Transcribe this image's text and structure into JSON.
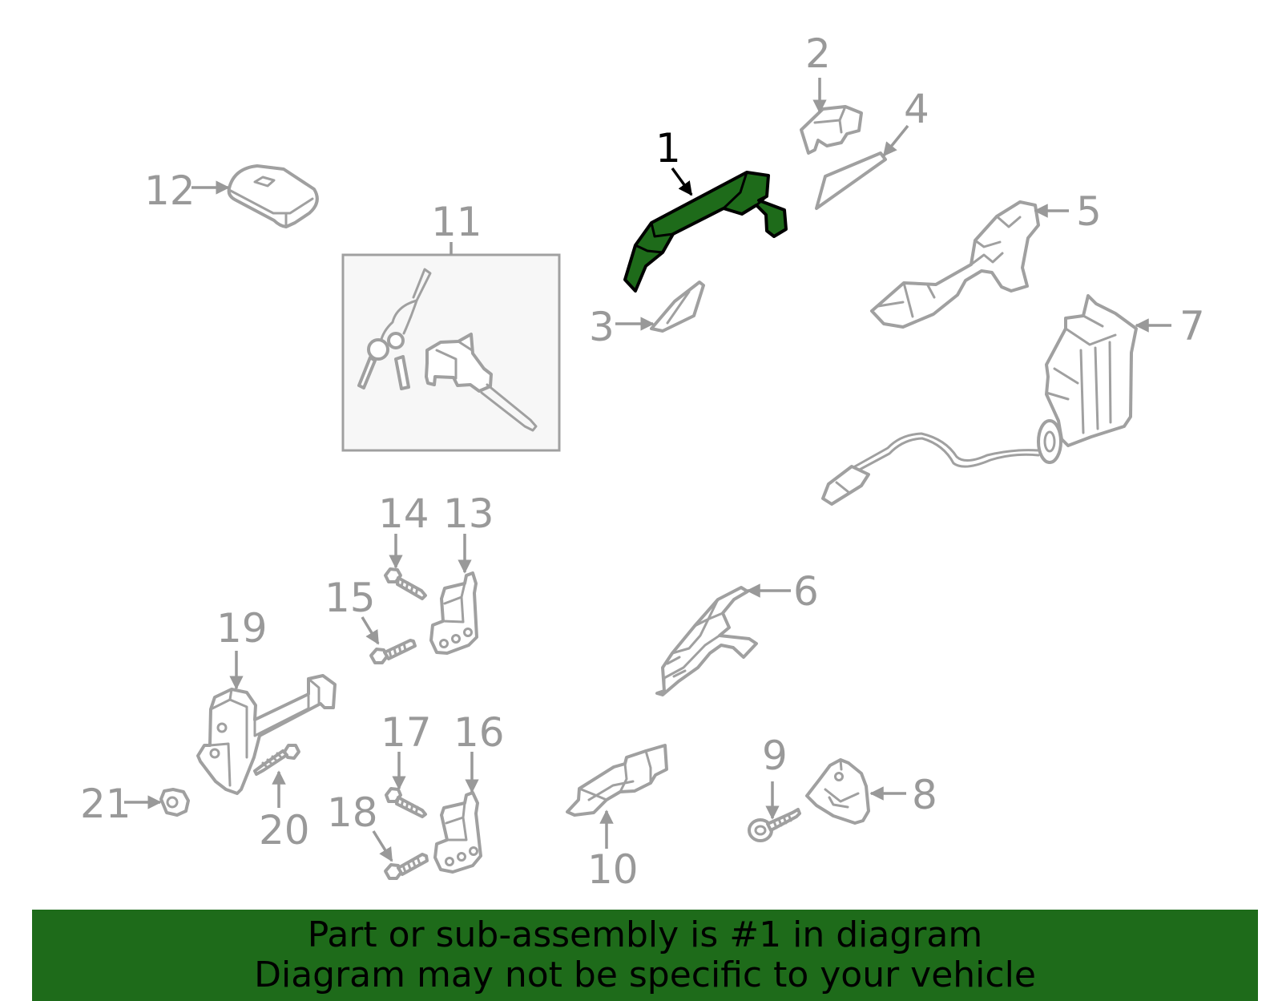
{
  "colors": {
    "highlight": "#1e6b1a",
    "banner_background": "#1e6b1a",
    "callout_gray": "#999999",
    "part_outline": "#a0a0a0",
    "selected_label": "#000000"
  },
  "selected_part": "1",
  "callouts": {
    "c1": "1",
    "c2": "2",
    "c3": "3",
    "c4": "4",
    "c5": "5",
    "c6": "6",
    "c7": "7",
    "c8": "8",
    "c9": "9",
    "c10": "10",
    "c11": "11",
    "c12": "12",
    "c13": "13",
    "c14": "14",
    "c15": "15",
    "c16": "16",
    "c17": "17",
    "c18": "18",
    "c19": "19",
    "c20": "20",
    "c21": "21"
  },
  "banner": {
    "line1": "Part or sub-assembly is #1 in diagram",
    "line2": "Diagram may not be specific to your vehicle"
  }
}
